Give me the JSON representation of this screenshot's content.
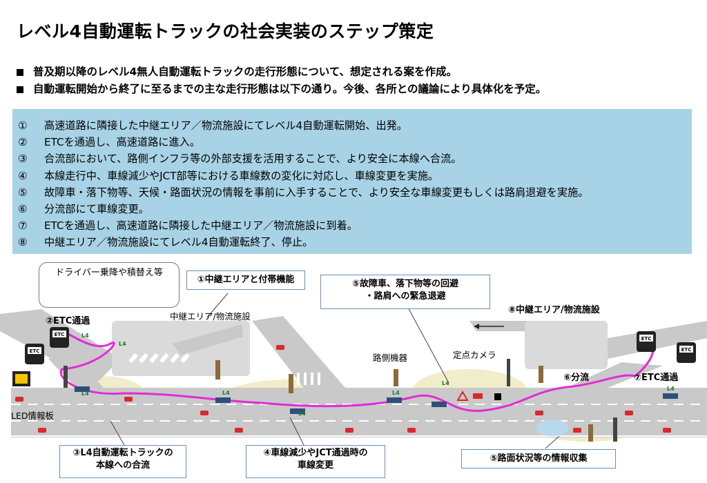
{
  "title": "レベル4自動運転トラックの社会実装のステップ策定",
  "bullets": [
    "普及期以降のレベル4無人自動運転トラックの走行形態について、想定される案を作成。",
    "自動運転開始から終了に至るまでの主な走行形態は以下の通り。今後、各所との議論により具体化を予定。"
  ],
  "steps": [
    {
      "num": "①",
      "text": "高速道路に隣接した中継エリア／物流施設にてレベル4自動運転開始、出発。"
    },
    {
      "num": "②",
      "text": "ETCを通過し、高速道路に進入。"
    },
    {
      "num": "③",
      "text": "合流部において、路側インフラ等の外部支援を活用することで、より安全に本線へ合流。"
    },
    {
      "num": "④",
      "text": "本線走行中、車線減少やJCT部等における車線数の変化に対応し、車線変更を実施。"
    },
    {
      "num": "⑤",
      "text": "故障車・落下物等、天候・路面状況の情報を事前に入手することで、より安全な車線変更もしくは路肩退避を実施。"
    },
    {
      "num": "⑥",
      "text": "分流部にて車線変更。"
    },
    {
      "num": "⑦",
      "text": "ETCを通過し、高速道路に隣接した中継エリア／物流施設に到着。"
    },
    {
      "num": "⑧",
      "text": "中継エリア／物流施設にてレベル4自動運転終了、停止。"
    }
  ],
  "diagram": {
    "callouts": {
      "driver": "ドライバー乗降や積替え等",
      "relay": "①中継エリアと付帯機能",
      "avoid_line1": "⑤故障車、落下物等の回避",
      "avoid_line2": "・路肩への緊急退避",
      "merge_line1": "③L4自動運転トラックの",
      "merge_line2": "本線への合流",
      "lane_line1": "④車線減少やJCT通過時の",
      "lane_line2": "車線変更",
      "road_info": "⑤路面状況等の情報収集"
    },
    "labels": {
      "etc_in": "②ETC通過",
      "etc_out": "⑦ETC通過",
      "facility_in": "中継エリア/物流施設",
      "facility_out": "⑧中継エリア/物流施設",
      "roadside": "路側機器",
      "camera": "定点カメラ",
      "diverge": "⑥分流",
      "led": "LED情報板",
      "etc_gate": "ETC",
      "l4": "L4"
    },
    "colors": {
      "route": "#e22bd6",
      "road": "#c9c9c9",
      "lane_mark": "#ffffff",
      "zone": "#f1ecc9",
      "callout_border": "#6b8fb3",
      "step_box": "#a8d3e6"
    }
  }
}
